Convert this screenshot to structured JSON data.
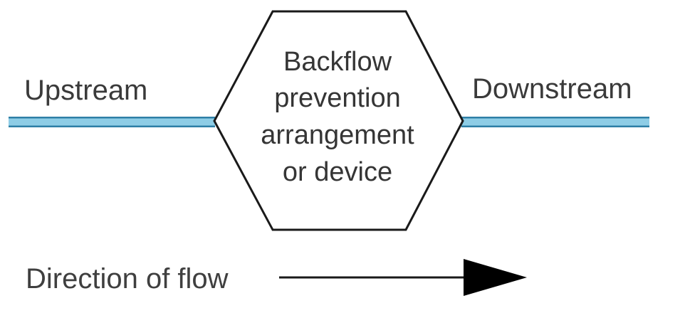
{
  "diagram": {
    "upstream_label": "Upstream",
    "downstream_label": "Downstream",
    "device_label_lines": [
      "Backflow",
      "prevention",
      "arrangement",
      "or device"
    ],
    "direction_label": "Direction of flow",
    "colors": {
      "pipe_fill": "#8ecde6",
      "pipe_edge": "#2e7fa6",
      "outline": "#1a1a1a",
      "text": "#3a3a3a"
    },
    "icons": {
      "arrow": "right-arrow-icon"
    }
  }
}
